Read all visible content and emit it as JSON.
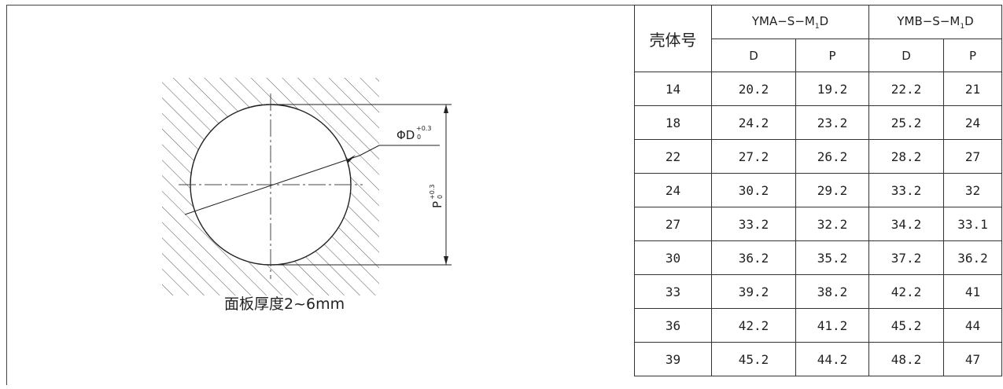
{
  "drawing": {
    "caption": "面板厚度2~6mm",
    "dim_diameter": {
      "symbol": "ΦD",
      "tol_upper": "+0.3",
      "tol_lower": "0"
    },
    "dim_p": {
      "symbol": "P",
      "tol_upper": "+0.3",
      "tol_lower": "0"
    }
  },
  "table": {
    "shell_header": "壳体号",
    "group_a": "YMA−S−M",
    "group_a_sub": "1",
    "group_a_tail": "D",
    "group_b": "YMB−S−M",
    "group_b_sub": "1",
    "group_b_tail": "D",
    "sub_headers": [
      "D",
      "P",
      "D",
      "P"
    ],
    "rows": [
      [
        "14",
        "20.2",
        "19.2",
        "22.2",
        "21"
      ],
      [
        "18",
        "24.2",
        "23.2",
        "25.2",
        "24"
      ],
      [
        "22",
        "27.2",
        "26.2",
        "28.2",
        "27"
      ],
      [
        "24",
        "30.2",
        "29.2",
        "33.2",
        "32"
      ],
      [
        "27",
        "33.2",
        "32.2",
        "34.2",
        "33.1"
      ],
      [
        "30",
        "36.2",
        "35.2",
        "37.2",
        "36.2"
      ],
      [
        "33",
        "39.2",
        "38.2",
        "42.2",
        "41"
      ],
      [
        "36",
        "42.2",
        "41.2",
        "45.2",
        "44"
      ],
      [
        "39",
        "45.2",
        "44.2",
        "48.2",
        "47"
      ]
    ]
  }
}
